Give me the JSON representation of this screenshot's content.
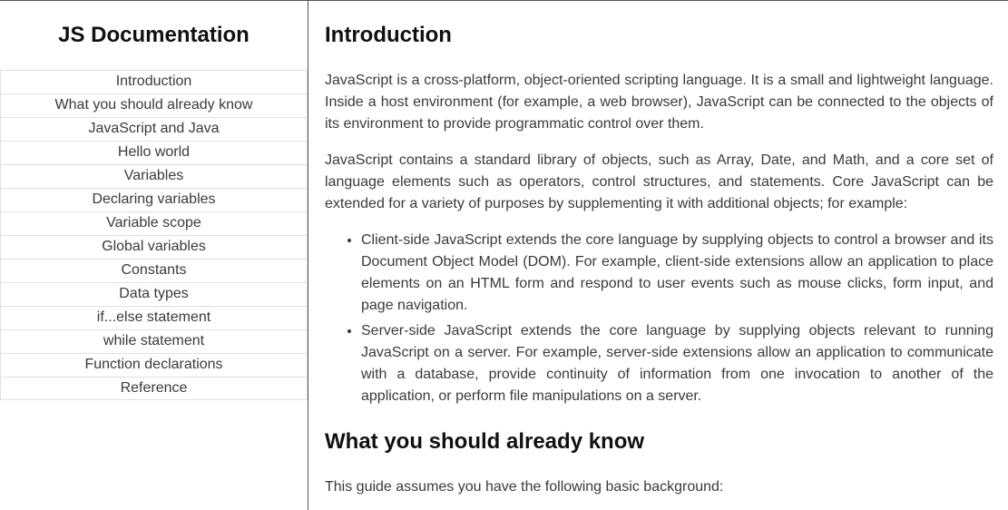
{
  "sidebar": {
    "title": "JS Documentation",
    "items": [
      "Introduction",
      "What you should already know",
      "JavaScript and Java",
      "Hello world",
      "Variables",
      "Declaring variables",
      "Variable scope",
      "Global variables",
      "Constants",
      "Data types",
      "if...else statement",
      "while statement",
      "Function declarations",
      "Reference"
    ]
  },
  "main": {
    "introduction": {
      "title": "Introduction",
      "p1": "JavaScript is a cross-platform, object-oriented scripting language. It is a small and lightweight language. Inside a host environment (for example, a web browser), JavaScript can be connected to the objects of its environment to provide programmatic control over them.",
      "p2": "JavaScript contains a standard library of objects, such as Array, Date, and Math, and a core set of language elements such as operators, control structures, and statements. Core JavaScript can be extended for a variety of purposes by supplementing it with additional objects; for example:",
      "bullets": [
        "Client-side JavaScript extends the core language by supplying objects to control a browser and its Document Object Model (DOM). For example, client-side extensions allow an application to place elements on an HTML form and respond to user events such as mouse clicks, form input, and page navigation.",
        "Server-side JavaScript extends the core language by supplying objects relevant to running JavaScript on a server. For example, server-side extensions allow an application to communicate with a database, provide continuity of information from one invocation to another of the application, or perform file manipulations on a server."
      ]
    },
    "what_you_should_know": {
      "title": "What you should already know",
      "p1": "This guide assumes you have the following basic background:"
    }
  }
}
